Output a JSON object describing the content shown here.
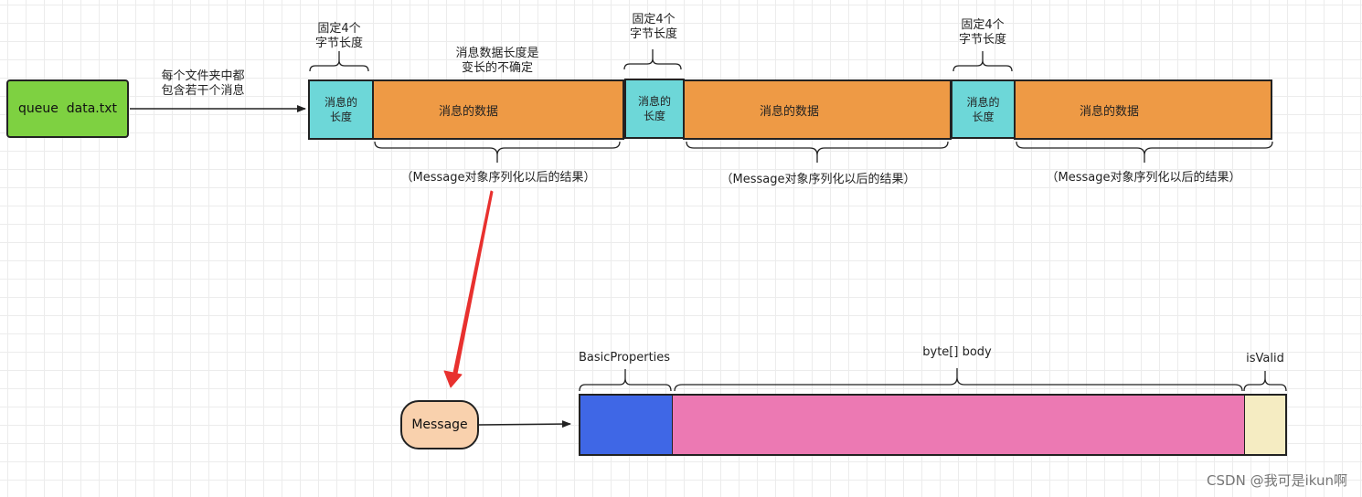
{
  "file_box": {
    "label": "queue  data.txt"
  },
  "arrow_note": {
    "line1": "每个文件夹中都",
    "line2": "包含若干个消息"
  },
  "length_box": {
    "line1": "消息的",
    "line2": "长度"
  },
  "data_box": {
    "label": "消息的数据"
  },
  "fixed_note": {
    "line1": "固定4个",
    "line2": "字节长度"
  },
  "variable_note": {
    "line1": "消息数据长度是",
    "line2": "变长的不确定"
  },
  "serialized_note": "（Message对象序列化以后的结果）",
  "message_box": {
    "label": "Message"
  },
  "segments": {
    "basic": "BasicProperties",
    "body": "byte[] body",
    "valid": "isValid"
  },
  "watermark": "CSDN @我可是ikun啊",
  "colors": {
    "file": "#7ed141",
    "length": "#6dd7d8",
    "data": "#ee9a45",
    "message": "#f9d1ad",
    "basic": "#3f67e6",
    "body": "#ec79b3",
    "valid": "#f5ecc2",
    "red_arrow": "#e8312f"
  }
}
